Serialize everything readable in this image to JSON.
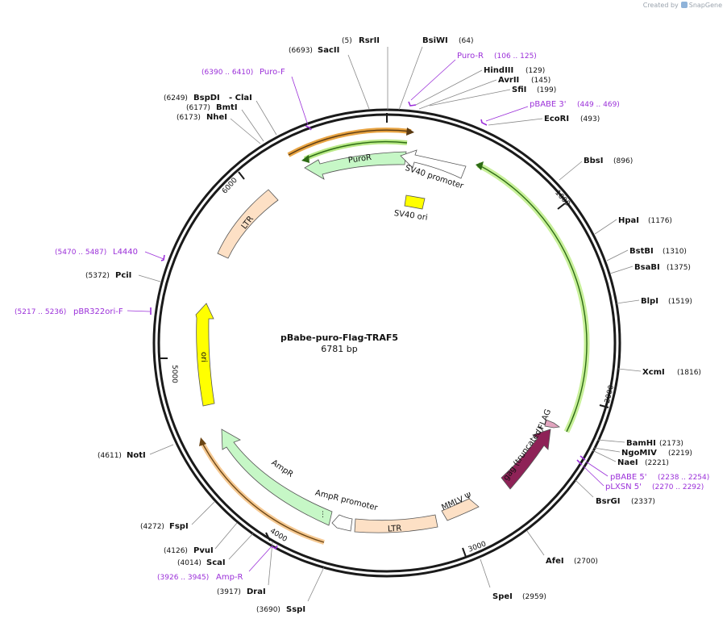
{
  "app": {
    "credit_prefix": "Created by",
    "credit_brand": "SnapGene"
  },
  "plasmid": {
    "name": "pBabe-puro-Flag-TRAF5",
    "length_text": "6781 bp"
  },
  "sites_right": [
    {
      "name": "RsrII",
      "pos": "(5)"
    },
    {
      "name": "BsiWI",
      "pos": "(64)"
    },
    {
      "name": "HindIII",
      "pos": "(129)"
    },
    {
      "name": "AvrII",
      "pos": "(145)"
    },
    {
      "name": "SfiI",
      "pos": "(199)"
    },
    {
      "name": "EcoRI",
      "pos": "(493)"
    },
    {
      "name": "BbsI",
      "pos": "(896)"
    },
    {
      "name": "HpaI",
      "pos": "(1176)"
    },
    {
      "name": "BstBI",
      "pos": "(1310)"
    },
    {
      "name": "BsaBI",
      "pos": "(1375)"
    },
    {
      "name": "BlpI",
      "pos": "(1519)"
    },
    {
      "name": "XcmI",
      "pos": "(1816)"
    },
    {
      "name": "BamHI",
      "pos": "(2173)"
    },
    {
      "name": "NgoMIV",
      "pos": "(2219)"
    },
    {
      "name": "NaeI",
      "pos": "(2221)"
    },
    {
      "name": "BsrGI",
      "pos": "(2337)"
    },
    {
      "name": "AfeI",
      "pos": "(2700)"
    },
    {
      "name": "SpeI",
      "pos": "(2959)"
    }
  ],
  "sites_left": [
    {
      "name": "SacII",
      "pos": "(6693)"
    },
    {
      "name": "BspDI",
      "pos": "(6249)"
    },
    {
      "name": "- ClaI",
      "pos": ""
    },
    {
      "name": "BmtI",
      "pos": "(6177)"
    },
    {
      "name": "NheI",
      "pos": "(6173)"
    },
    {
      "name": "PciI",
      "pos": "(5372)"
    },
    {
      "name": "NotI",
      "pos": "(4611)"
    },
    {
      "name": "FspI",
      "pos": "(4272)"
    },
    {
      "name": "PvuI",
      "pos": "(4126)"
    },
    {
      "name": "ScaI",
      "pos": "(4014)"
    },
    {
      "name": "DraI",
      "pos": "(3917)"
    },
    {
      "name": "SspI",
      "pos": "(3690)"
    }
  ],
  "primers": [
    {
      "name": "Puro-R",
      "pos": "(106 .. 125)"
    },
    {
      "name": "pBABE 3'",
      "pos": "(449 .. 469)"
    },
    {
      "name": "Puro-F",
      "pos": "(6390 .. 6410)"
    },
    {
      "name": "L4440",
      "pos": "(5470 .. 5487)"
    },
    {
      "name": "pBR322ori-F",
      "pos": "(5217 .. 5236)"
    },
    {
      "name": "pBABE 5'",
      "pos": "(2238 .. 2254)"
    },
    {
      "name": "pLXSN 5'",
      "pos": "(2270 .. 2292)"
    },
    {
      "name": "Amp-R",
      "pos": "(3926 .. 3945)"
    }
  ],
  "features": {
    "puror": "PuroR",
    "sv40_promoter": "SV40 promoter",
    "sv40_ori": "SV40 ori",
    "ltr_top": "LTR",
    "ori": "ori",
    "ampr": "AmpR",
    "ampr_promoter": "AmpR promoter",
    "ltr_bottom": "LTR",
    "mmlv": "MMLV Ψ",
    "gag": "gag (truncated)",
    "flag": "FLAG"
  },
  "ticks": [
    "1000",
    "2000",
    "3000",
    "4000",
    "5000",
    "6000"
  ],
  "colors": {
    "backbone": "#1a1a1a",
    "primer": "#9b30d9",
    "ori": "#ffff00",
    "resistance": "#c6f7c6",
    "ltr": "#fde0c5",
    "gag": "#8e2257",
    "flag": "#e2a5bf",
    "promoter": "#ffffff",
    "orange_arrow": "#e8a443",
    "green_arrow": "#7ec946"
  }
}
